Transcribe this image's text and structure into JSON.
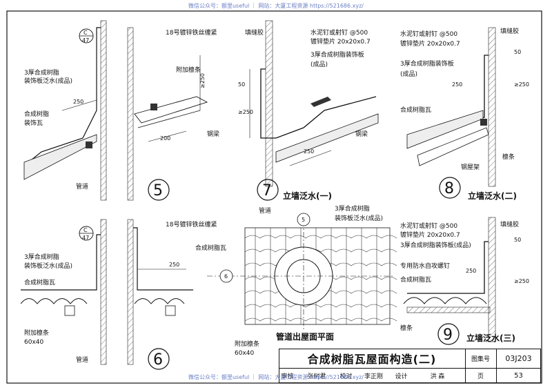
{
  "watermark": "微信公众号：额里useful ｜ 网站：大厦工程资源 https://521686.xyz/",
  "title_block": {
    "title": "合成树脂瓦屋面构造(二)",
    "atlas_label": "图集号",
    "atlas_no": "03J203",
    "page_label": "页",
    "page_no": "53",
    "review_label": "审核",
    "reviewer": "张树君",
    "check_label": "校对",
    "checker": "李正刚",
    "design_label": "设计",
    "designer": "洪  森"
  },
  "details": {
    "d5": {
      "no": "5",
      "ref_top": "C",
      "ref_bot": "47",
      "label_wire": "18号镀锌铁丝缠紧",
      "label_flash": "3厚合成树脂\n装饰板泛水(成品)",
      "label_flash_1": "3厚合成树脂",
      "label_flash_2": "装饰板泛水(成品)",
      "label_tile_1": "合成树脂",
      "label_tile_2": "装饰瓦",
      "label_add": "附加檩条",
      "label_pipe": "管道",
      "label_beam": "钢梁",
      "dim_250": "250",
      "dim_200": "200",
      "dim_ge250": "≥250"
    },
    "d6": {
      "no": "6",
      "ref_top": "C",
      "ref_bot": "47",
      "label_wire": "18号镀锌铁丝缠紧",
      "label_flash_1": "3厚合成树脂",
      "label_flash_2": "装饰板泛水(成品)",
      "label_tile": "合成树脂瓦",
      "label_add": "附加檩条",
      "label_size": "60x40",
      "label_pipe": "管道",
      "dim_250": "250"
    },
    "d7": {
      "no": "7",
      "caption": "立墙泛水(一)",
      "label_sealant": "填缝胶",
      "label_nail": "水泥钉或射钉 @500",
      "label_pad": "镀锌垫片  20x20x0.7",
      "label_board_1": "3厚合成树脂装饰板",
      "label_board_2": "(成品)",
      "label_beam": "钢梁",
      "dim_50": "50",
      "dim_ge250": "≥250",
      "dim_250": "250"
    },
    "d8": {
      "no": "8",
      "caption": "立墙泛水(二)",
      "label_sealant": "填缝胶",
      "label_nail": "水泥钉或射钉 @500",
      "label_pad": "镀锌垫片    20x20x0.7",
      "label_board_1": "3厚合成树脂装饰板",
      "label_board_2": "(成品)",
      "label_tile": "合成树脂瓦",
      "label_purlin": "檩条",
      "label_truss": "钢屋架",
      "dim_50": "50",
      "dim_ge250": "≥250",
      "dim_250": "250"
    },
    "d9": {
      "no": "9",
      "caption": "立墙泛水(三)",
      "label_sealant": "填缝胶",
      "label_nail": "水泥钉或射钉 @500",
      "label_pad": "镀锌垫片  20x20x0.7",
      "label_board": "3厚合成树脂装饰板(成品)",
      "label_screw": "专用防水自攻螺钉",
      "label_tile": "合成树脂瓦",
      "label_purlin": "檩条",
      "dim_50": "50",
      "dim_250": "250",
      "dim_ge250": "≥250"
    },
    "plan": {
      "caption": "管道出屋面平面",
      "label_pipe": "管道",
      "label_flash_1": "3厚合成树脂",
      "label_flash_2": "装饰板泛水(成品)",
      "label_tile": "合成树脂瓦",
      "label_add": "附加檩条",
      "label_size": "60x40",
      "sec5": "5",
      "sec6": "6"
    }
  }
}
